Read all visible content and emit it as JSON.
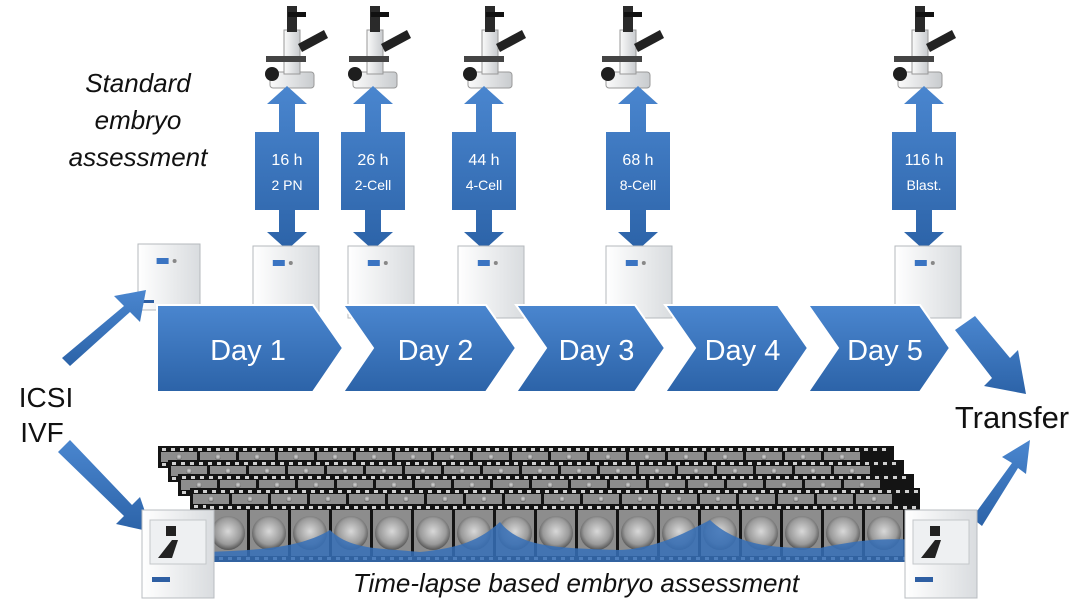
{
  "standard_label": [
    "Standard",
    "embryo",
    "assessment"
  ],
  "checkpoints": [
    {
      "time": "16 h",
      "stage": "2 PN"
    },
    {
      "time": "26 h",
      "stage": "2-Cell"
    },
    {
      "time": "44 h",
      "stage": "4-Cell"
    },
    {
      "time": "68 h",
      "stage": "8-Cell"
    },
    {
      "time": "116 h",
      "stage": "Blast."
    }
  ],
  "days": [
    "Day 1",
    "Day 2",
    "Day 3",
    "Day 4",
    "Day 5"
  ],
  "method_labels": [
    "ICSI",
    "IVF"
  ],
  "transfer_label": "Transfer",
  "timelapse_label": "Time-lapse based embryo assessment",
  "colors": {
    "arrow_blue": "#3670b8",
    "arrow_dark": "#2a5a9a",
    "film": "#141414"
  }
}
